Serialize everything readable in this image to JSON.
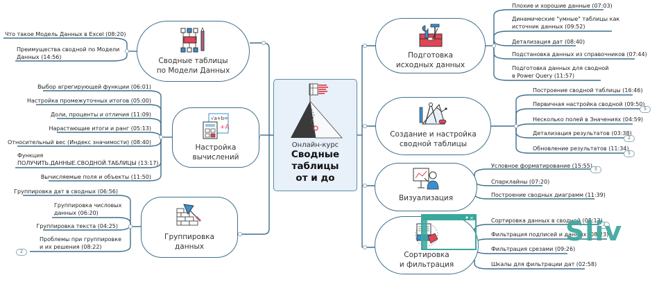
{
  "center": {
    "subtitle": "Онлайн-курс",
    "title_lines": [
      "Сводные",
      "таблицы",
      "от и до"
    ],
    "icon": "mountain-flag-icon"
  },
  "colors": {
    "line": "#3d6f8a",
    "center_bg": "#e8f0f9",
    "accent_red": "#e04555",
    "accent_blue": "#3a8fd0",
    "watermark": "#3aa79c"
  },
  "branches": [
    {
      "id": "data-model",
      "side": "left",
      "label_lines": [
        "Сводные таблицы",
        "по Модели Данных"
      ],
      "icon": "data-model-diagram-icon",
      "leaves": [
        {
          "lines": [
            "Что такое Модель Данных в Excel (08:20)"
          ]
        },
        {
          "lines": [
            "Преимущества сводной по Модели",
            "Данных (14:56)"
          ]
        }
      ]
    },
    {
      "id": "calculations",
      "side": "left",
      "label_lines": [
        "Настройка",
        "вычислений"
      ],
      "icon": "calculator-formula-icon",
      "leaves": [
        {
          "lines": [
            "Выбор агрегирующей функции (06:01)"
          ]
        },
        {
          "lines": [
            "Настройка промежуточных итогов (05:00)"
          ]
        },
        {
          "lines": [
            "Доли, проценты и отличия (11:09)"
          ]
        },
        {
          "lines": [
            "Нарастающие итоги и ранг (05:13)"
          ]
        },
        {
          "lines": [
            "Относительный вес (Индекс значимости) (08:40)"
          ]
        },
        {
          "lines": [
            "Функция",
            "ПОЛУЧИТЬ.ДАННЫЕ.СВОДНОЙ.ТАБЛИЦЫ (13:17)"
          ]
        },
        {
          "lines": [
            "Вычисляемые поля и объекты (11:50)"
          ]
        }
      ]
    },
    {
      "id": "grouping",
      "side": "left",
      "label_lines": [
        "Группировка",
        "данных"
      ],
      "icon": "brick-wall-trowel-icon",
      "leaves": [
        {
          "lines": [
            "Группировка дат в сводных (06:56)"
          ]
        },
        {
          "lines": [
            "Группировка числовых",
            "данных (06:20)"
          ]
        },
        {
          "lines": [
            "Группировка текста (04:25)"
          ]
        },
        {
          "lines": [
            "Проблемы при группировке",
            "и их решения (08:22)"
          ],
          "badge": "2"
        }
      ]
    },
    {
      "id": "preparation",
      "side": "right",
      "label_lines": [
        "Подготовка",
        "исходных данных"
      ],
      "icon": "toolbox-icon",
      "leaves": [
        {
          "lines": [
            "Плохие и хорошие данные (07:03)"
          ]
        },
        {
          "lines": [
            "Динамические \"умные\" таблицы как",
            "источник данных (09:52)"
          ]
        },
        {
          "lines": [
            "Детализация дат (08:40)"
          ]
        },
        {
          "lines": [
            "Подстановка данных из справочников (07:44)"
          ]
        },
        {
          "lines": [
            "Подготовка данных для сводной",
            "в Power Query (11:57)"
          ]
        }
      ]
    },
    {
      "id": "creation",
      "side": "right",
      "label_lines": [
        "Создание и настройка",
        "сводной таблицы"
      ],
      "icon": "drafting-tools-icon",
      "leaves": [
        {
          "lines": [
            "Построение сводной таблицы (16:46)"
          ]
        },
        {
          "lines": [
            "Первичная настройка сводной (09:50)"
          ],
          "badge": "5"
        },
        {
          "lines": [
            "Несколько полей в Значениях (04:59)"
          ]
        },
        {
          "lines": [
            "Детализация результатов (03:38)"
          ],
          "badge": "2"
        },
        {
          "lines": [
            "Обновление результатов (11:34)"
          ],
          "badge": "5"
        }
      ]
    },
    {
      "id": "visualization",
      "side": "right",
      "label_lines": [
        "Визуализация"
      ],
      "icon": "presenter-chart-icon",
      "leaves": [
        {
          "lines": [
            "Условное форматирование (15:55)"
          ],
          "badge": "5"
        },
        {
          "lines": [
            "Спарклайны (07:20)"
          ]
        },
        {
          "lines": [
            "Построение сводных диаграмм (11:39)"
          ]
        }
      ]
    },
    {
      "id": "sorting",
      "side": "right",
      "label_lines": [
        "Сортировка",
        "и фильтрация"
      ],
      "icon": "sort-filter-icon",
      "leaves": [
        {
          "lines": [
            "Сортировка данных в сводной (08:13)"
          ],
          "badge": "2"
        },
        {
          "lines": [
            "Фильтрация подписей и данных (08:23)"
          ]
        },
        {
          "lines": [
            "Фильтрация срезами (09:26)"
          ]
        },
        {
          "lines": [
            "Шкалы для фильтрации дат (02:58)"
          ]
        }
      ]
    }
  ],
  "watermark": {
    "text": "Sliv",
    "icon": "browser-window-icon"
  }
}
